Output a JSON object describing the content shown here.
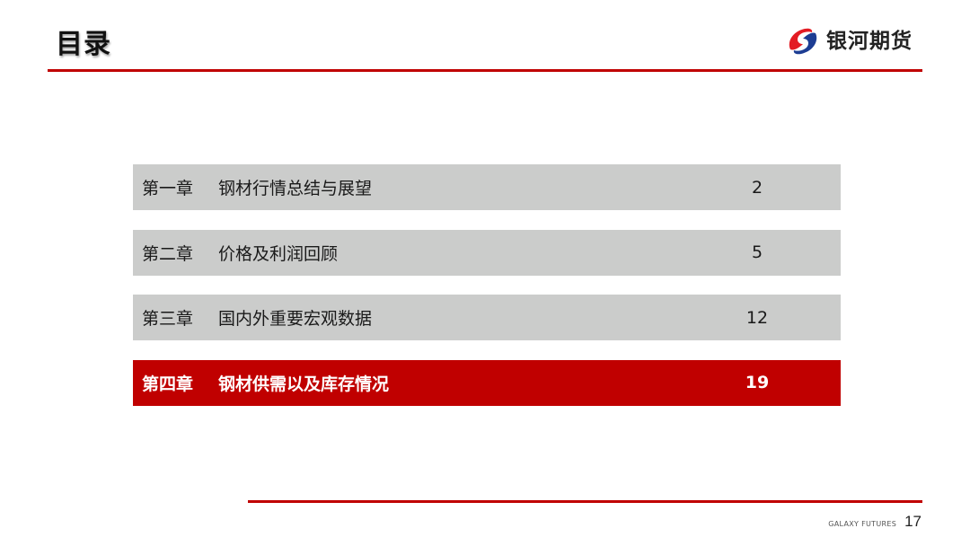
{
  "header": {
    "title": "目录",
    "logo": {
      "icon": "galaxy-futures-logo-icon",
      "text": "银河期货"
    },
    "accent_color": "#c00000"
  },
  "toc": {
    "items": [
      {
        "chapter": "第一章",
        "name": "钢材行情总结与展望",
        "page": "2",
        "active": false
      },
      {
        "chapter": "第二章",
        "name": "价格及利润回顾",
        "page": "5",
        "active": false
      },
      {
        "chapter": "第三章",
        "name": "国内外重要宏观数据",
        "page": "12",
        "active": false
      },
      {
        "chapter": "第四章",
        "name": "钢材供需以及库存情况",
        "page": "19",
        "active": true
      }
    ],
    "inactive_color": "#cbcccb",
    "active_color": "#c00000"
  },
  "footer": {
    "brand": "GALAXY FUTURES",
    "page_number": "17"
  }
}
